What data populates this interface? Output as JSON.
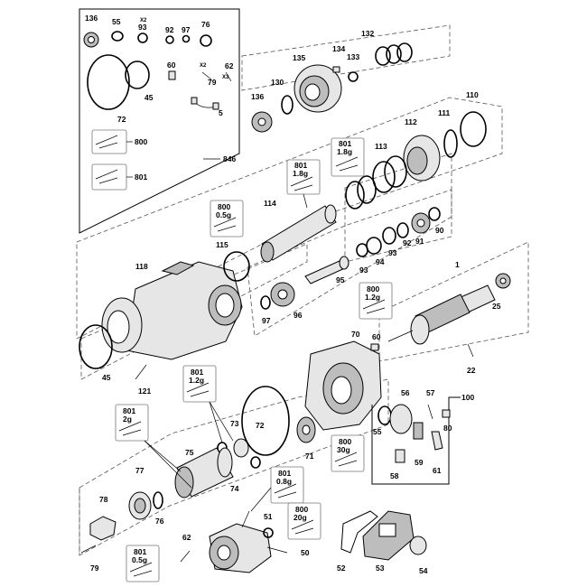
{
  "diagram": {
    "part_labels": {
      "p136a": "136",
      "p55a": "55",
      "p93a": "93",
      "p92a": "92",
      "p97a": "97",
      "p76a": "76",
      "p60a": "60",
      "p79a": "79",
      "p62a": "62",
      "p5": "5",
      "p72a": "72",
      "p45a": "45",
      "p846": "846",
      "p134": "134",
      "p132": "132",
      "p133": "133",
      "p135": "135",
      "p130": "130",
      "p136b": "136",
      "p110": "110",
      "p111": "111",
      "p112": "112",
      "p113": "113",
      "p114": "114",
      "p115": "115",
      "p118": "118",
      "p90": "90",
      "p91": "91",
      "p92b": "92",
      "p93b": "93",
      "p94": "94",
      "p93c": "93",
      "p95": "95",
      "p1": "1",
      "p25": "25",
      "p97b": "97",
      "p96": "96",
      "p45b": "45",
      "p121": "121",
      "p70": "70",
      "p60b": "60",
      "p22": "22",
      "p100": "100",
      "p56": "56",
      "p57": "57",
      "p55b": "55",
      "p80": "80",
      "p59": "59",
      "p61": "61",
      "p58": "58",
      "p73": "73",
      "p72b": "72",
      "p71": "71",
      "p75": "75",
      "p74": "74",
      "p77": "77",
      "p78": "78",
      "p76b": "76",
      "p79b": "79",
      "p62b": "62",
      "p51": "51",
      "p50": "50",
      "p52": "52",
      "p53": "53",
      "p54": "54"
    },
    "small_labels": {
      "x2a": "X2",
      "x2b": "X2",
      "x3": "X3"
    },
    "grease_callouts": {
      "g800_top": "800",
      "g801_top": "801",
      "g801_a_code": "801",
      "g801_a_qty": "1.8g",
      "g801_b_code": "801",
      "g801_b_qty": "1.8g",
      "g800_c_code": "800",
      "g800_c_qty": "0.5g",
      "g800_d_code": "800",
      "g800_d_qty": "1.2g",
      "g801_e_code": "801",
      "g801_e_qty": "1.2g",
      "g801_f_code": "801",
      "g801_f_qty": "2g",
      "g800_g_code": "800",
      "g800_g_qty": "30g",
      "g801_h_code": "801",
      "g801_h_qty": "0.8g",
      "g800_i_code": "800",
      "g800_i_qty": "20g",
      "g801_j_code": "801",
      "g801_j_qty": "0.5g"
    }
  }
}
